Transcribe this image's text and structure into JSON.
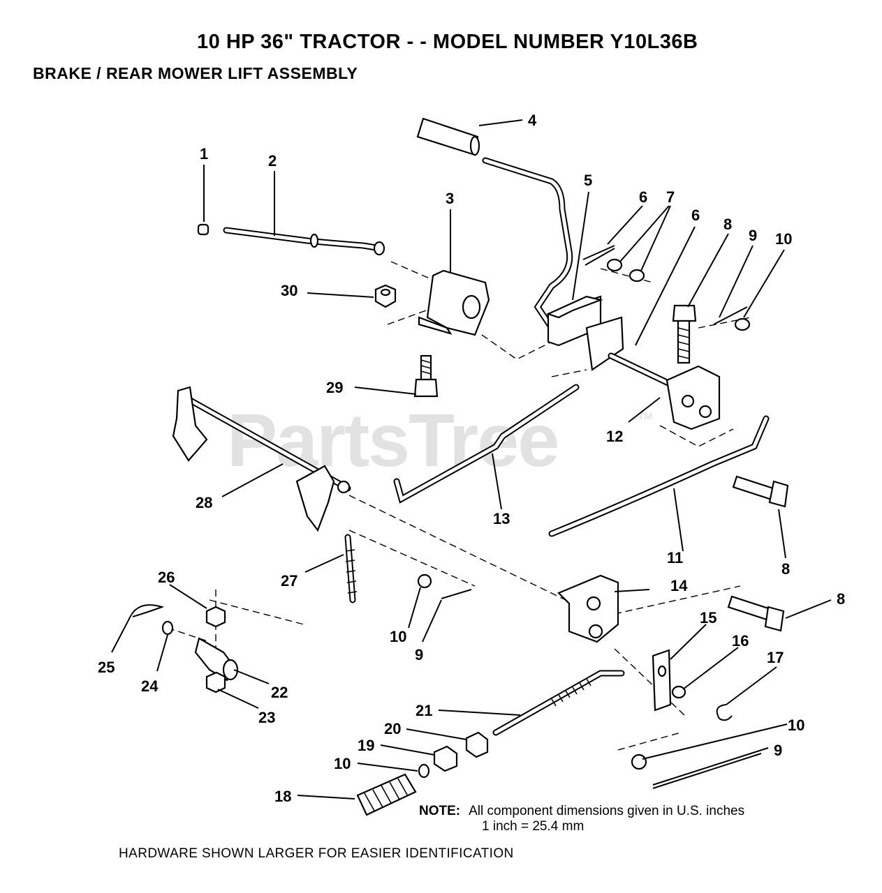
{
  "header": {
    "title": "10 HP 36\" TRACTOR - - MODEL NUMBER Y10L36B",
    "subtitle": "BRAKE / REAR MOWER LIFT ASSEMBLY"
  },
  "watermark": {
    "text": "PartsTree",
    "tm": "TM"
  },
  "note": {
    "label": "NOTE:",
    "line1": "All component dimensions given in U.S. inches",
    "line2": "1 inch = 25.4 mm"
  },
  "footer": "HARDWARE SHOWN LARGER FOR EASIER IDENTIFICATION",
  "callouts": [
    "1",
    "2",
    "3",
    "4",
    "5",
    "6",
    "7",
    "6",
    "8",
    "9",
    "10",
    "30",
    "29",
    "12",
    "28",
    "13",
    "11",
    "8",
    "27",
    "26",
    "14",
    "8",
    "15",
    "16",
    "17",
    "10",
    "9",
    "25",
    "24",
    "22",
    "23",
    "21",
    "20",
    "19",
    "10",
    "18",
    "10",
    "9"
  ]
}
